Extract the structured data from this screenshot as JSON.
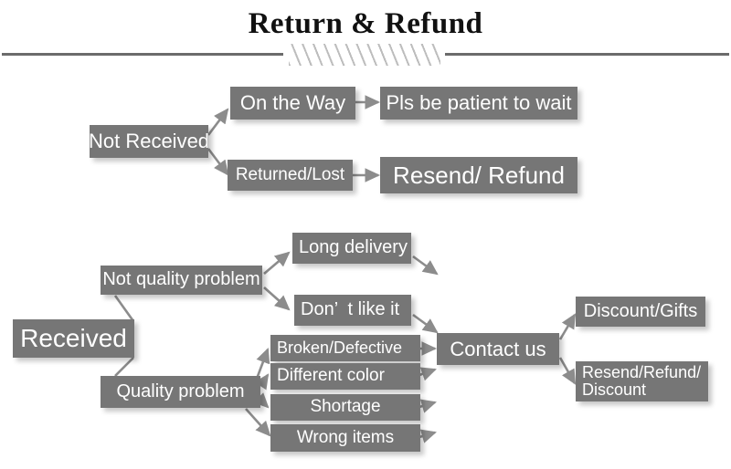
{
  "header": {
    "title": "Return & Refund"
  },
  "colors": {
    "box_fill": "#767676",
    "box_text": "#ffffff",
    "rule": "#6b6b6b",
    "hatch": "#bdbdbd",
    "arrow": "#8c8c8c",
    "page_background": "#ffffff"
  },
  "diagram": {
    "type": "flowchart",
    "branches": [
      {
        "root": "Not Received",
        "paths": [
          {
            "stage": "On the Way",
            "outcome": "Pls be patient to wait"
          },
          {
            "stage": "Returned/Lost",
            "outcome": "Resend/ Refund"
          }
        ]
      },
      {
        "root": "Received",
        "paths": [
          {
            "stage": "Not quality problem",
            "reasons": [
              "Long delivery",
              "Don’  t like it"
            ],
            "outcome": "Contact us"
          },
          {
            "stage": "Quality problem",
            "reasons": [
              "Broken/Defective",
              "Different color",
              "Shortage",
              "Wrong items"
            ],
            "outcome": "Contact us"
          }
        ],
        "resolutions": [
          "Discount/Gifts",
          "Resend/Refund/\nDiscount"
        ]
      }
    ]
  },
  "nodes": {
    "not_received": "Not Received",
    "on_the_way": "On the Way",
    "pls_be_patient": "Pls be patient to wait",
    "returned_lost": "Returned/Lost",
    "resend_refund": "Resend/ Refund",
    "received": "Received",
    "not_quality_problem": "Not quality problem",
    "quality_problem": "Quality problem",
    "long_delivery": "Long delivery",
    "dont_like_it": "Don’  t like it",
    "broken_defective": "Broken/Defective",
    "different_color": "Different color",
    "shortage": "Shortage",
    "wrong_items": "Wrong items",
    "contact_us": "Contact us",
    "discount_gifts": "Discount/Gifts",
    "resend_refund_discount_line1": "Resend/Refund/",
    "resend_refund_discount_line2": "Discount"
  }
}
